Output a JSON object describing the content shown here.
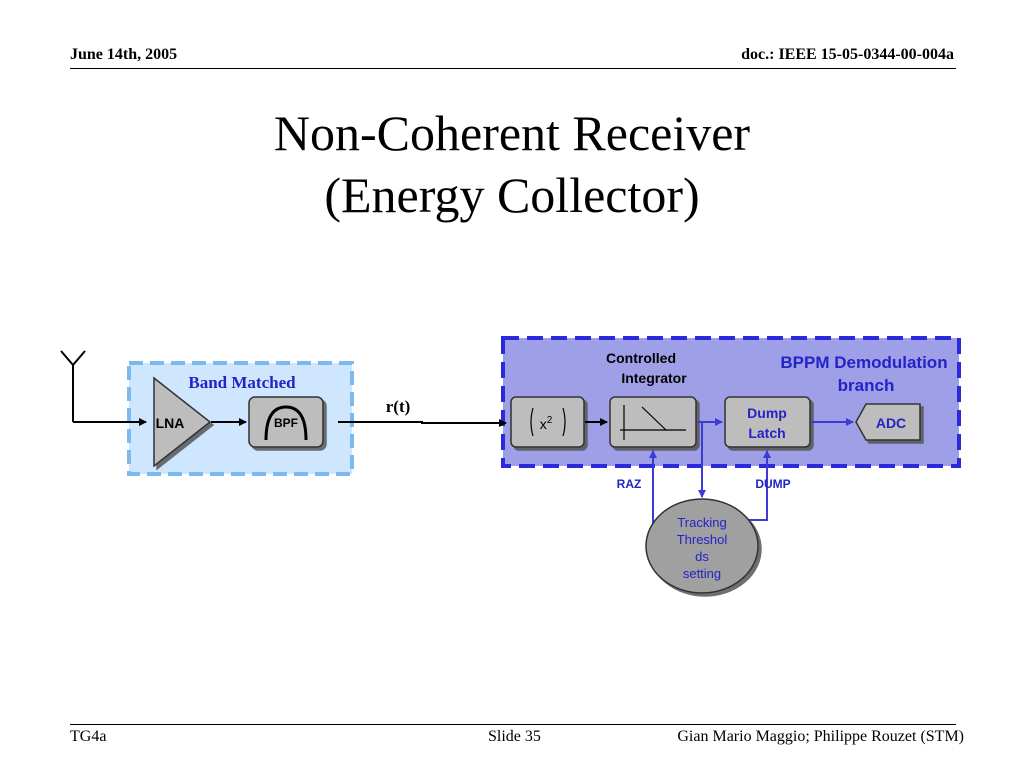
{
  "header": {
    "date": "June 14th, 2005",
    "doc": "doc.: IEEE 15-05-0344-00-004a"
  },
  "title": {
    "line1": "Non-Coherent Receiver",
    "line2": "(Energy Collector)"
  },
  "diagram": {
    "band_matched_label": "Band Matched",
    "lna_label": "LNA",
    "bpf_label": "BPF",
    "signal_label": "r(t)",
    "square_label_base": "x",
    "square_label_exp": "2",
    "integrator_label_line1": "Controlled",
    "integrator_label_line2": "Integrator",
    "demod_label_line1": "BPPM Demodulation",
    "demod_label_line2": "branch",
    "dump_latch_line1": "Dump",
    "dump_latch_line2": "Latch",
    "adc_label": "ADC",
    "raz_label": "RAZ",
    "dump_label": "DUMP",
    "threshold_line1": "Tracking",
    "threshold_line2": "Threshol",
    "threshold_line3": "ds",
    "threshold_line4": "setting",
    "colors": {
      "band_fill": "#cfe6ff",
      "band_border": "#7cb9ee",
      "demod_fill": "#9f9fe8",
      "demod_border": "#2a2adc",
      "block_fill": "#bdbdbd",
      "blue_text": "#2323c8",
      "wire": "#000000",
      "blue_wire": "#3b3bd6"
    }
  },
  "footer": {
    "left": "TG4a",
    "center": "Slide 35",
    "right": "Gian Mario Maggio; Philippe Rouzet (STM)"
  }
}
